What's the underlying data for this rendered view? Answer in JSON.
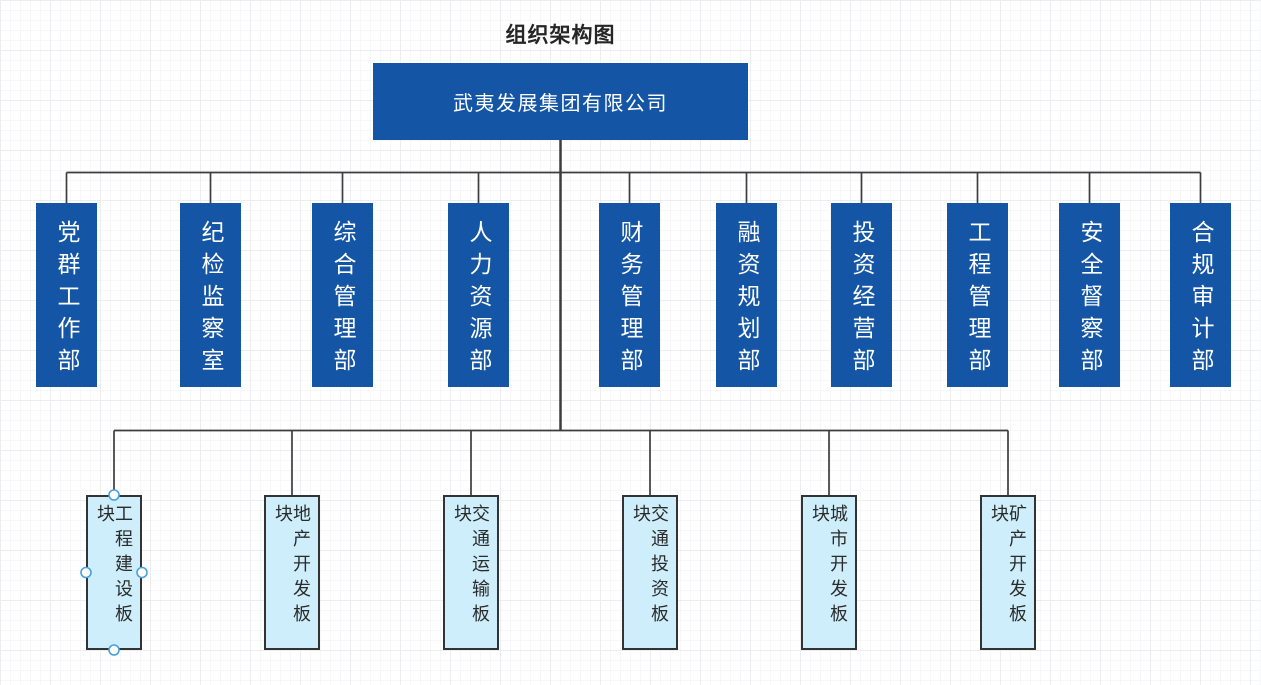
{
  "title": "组织架构图",
  "root": {
    "label": "武夷发展集团有限公司"
  },
  "departments": [
    "党群工作部",
    "纪检监察室",
    "综合管理部",
    "人力资源部",
    "财务管理部",
    "融资规划部",
    "投资经营部",
    "工程管理部",
    "安全督察部",
    "合规审计部"
  ],
  "divisions": [
    "工程建设板块",
    "地产开发板块",
    "交通运输板块",
    "交通投资板块",
    "城市开发板块",
    "矿产开发板块"
  ],
  "selected_node": "工程建设板块",
  "colors": {
    "department_fill": "#1456a5",
    "department_text": "#ffffff",
    "division_fill": "#cdeefa",
    "division_border": "#333333",
    "division_text": "#2b2b2b",
    "connector": "#3d3d3d",
    "selection_handle": "#45a2e2",
    "title_text": "#262626"
  }
}
